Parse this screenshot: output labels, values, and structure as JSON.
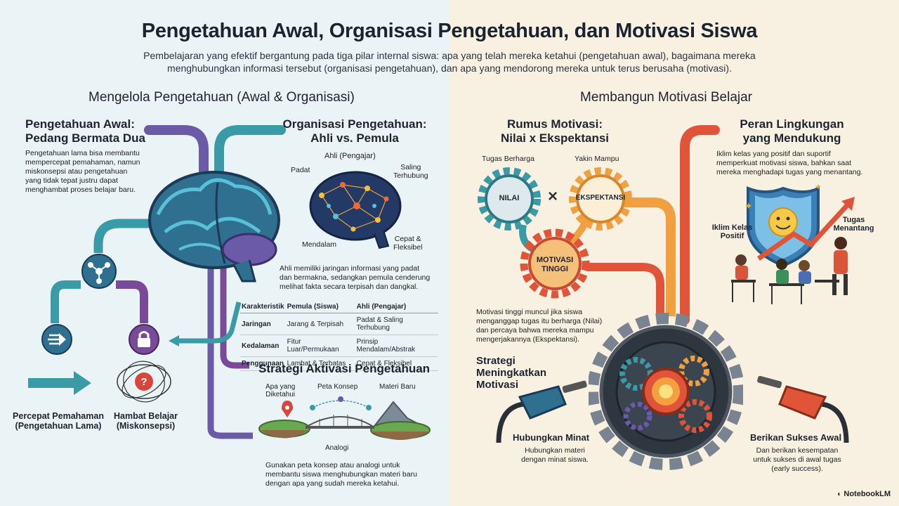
{
  "header": {
    "title": "Pengetahuan Awal, Organisasi Pengetahuan, dan Motivasi Siswa",
    "subtitle_line1": "Pembelajaran yang efektif bergantung pada tiga pilar internal siswa: apa yang telah mereka ketahui (pengetahuan awal), bagaimana mereka",
    "subtitle_line2": "menghubungkan informasi tersebut (organisasi pengetahuan), dan apa yang mendorong mereka untuk terus berusaha (motivasi)."
  },
  "left": {
    "section_title": "Mengelola Pengetahuan (Awal & Organisasi)",
    "prior": {
      "title1": "Pengetahuan Awal:",
      "title2": "Pedang Bermata Dua",
      "body": [
        "Pengetahuan lama bisa membantu",
        "mempercepat pemahaman, namun",
        "miskonsepsi atau pengetahuan",
        "yang tidak tepat justru dapat",
        "menghambat proses belajar baru."
      ],
      "accelerate1": "Percepat Pemahaman",
      "accelerate2": "(Pengetahuan Lama)",
      "hinder1": "Hambat Belajar",
      "hinder2": "(Miskonsepsi)"
    },
    "organization": {
      "title1": "Organisasi Pengetahuan:",
      "title2": "Ahli vs. Pemula",
      "expert_label": "Ahli (Pengajar)",
      "padat": "Padat",
      "saling1": "Saling",
      "saling2": "Terhubung",
      "mendalam": "Mendalam",
      "cepat1": "Cepat &",
      "cepat2": "Fleksibel",
      "body": [
        "Ahli memiliki jaringan informasi yang padat",
        "dan bermakna, sedangkan pemula cenderung",
        "melihat fakta secara terpisah dan dangkal."
      ]
    },
    "table": {
      "headers": [
        "Karakteristik",
        "Pemula (Siswa)",
        "Ahli (Pengajar)"
      ],
      "rows": [
        [
          "Jaringan",
          "Jarang & Terpisah",
          "Padat & Saling Terhubung"
        ],
        [
          "Kedalaman",
          "Fitur Luar/Permukaan",
          "Prinsip Mendalam/Abstrak"
        ],
        [
          "Penggunaan",
          "Lambat & Terbatas",
          "Cepat & Fleksibel"
        ]
      ]
    },
    "strategy": {
      "title": "Strategi Aktivasi Pengetahuan",
      "known1": "Apa yang",
      "known2": "Diketahui",
      "concept_map": "Peta Konsep",
      "new_material": "Materi Baru",
      "analogy": "Analogi",
      "body": [
        "Gunakan peta konsep atau analogi untuk",
        "membantu siswa menghubungkan materi baru",
        "dengan apa yang sudah mereka ketahui."
      ]
    }
  },
  "right": {
    "section_title": "Membangun Motivasi Belajar",
    "formula": {
      "title1": "Rumus Motivasi:",
      "title2": "Nilai x Ekspektansi",
      "valuable_task": "Tugas Berharga",
      "confident": "Yakin Mampu",
      "nilai": "NILAI",
      "times": "×",
      "ekspektansi": "EKSPEKTANSI",
      "motivasi1": "MOTIVASI",
      "motivasi2": "TINGGI",
      "body": [
        "Motivasi tinggi muncul jika siswa",
        "menganggap tugas itu berharga (Nilai)",
        "dan percaya bahwa mereka mampu",
        "mengerjakannya (Ekspektansi)."
      ]
    },
    "environment": {
      "title1": "Peran Lingkungan",
      "title2": "yang Mendukung",
      "body": [
        "Iklim kelas yang positif dan suportif",
        "memperkuat motivasi siswa, bahkan saat",
        "mereka menghadapi tugas yang menantang."
      ],
      "climate1": "Iklim Kelas",
      "climate2": "Positif",
      "challenge1": "Tugas",
      "challenge2": "Menantang"
    },
    "strategy": {
      "title1": "Strategi",
      "title2": "Meningkatkan",
      "title3": "Motivasi",
      "interest_title": "Hubungkan Minat",
      "interest_body1": "Hubungkan materi",
      "interest_body2": "dengan minat siswa.",
      "success_title": "Berikan Sukses Awal",
      "success_body": [
        "Dan berikan kesempatan",
        "untuk sukses di awal tugas",
        "(early success)."
      ]
    }
  },
  "brand": "NotebookLM",
  "colors": {
    "left_bg": "#eaf3f6",
    "right_bg": "#f8f1e2",
    "purple": "#6a5aa8",
    "teal": "#3a9aa6",
    "orange": "#f0a040",
    "red": "#e0553a"
  }
}
